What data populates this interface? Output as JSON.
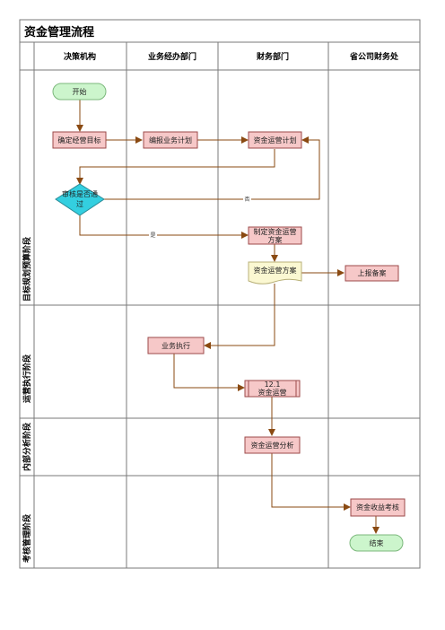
{
  "title": "资金管理流程",
  "lanes": [
    "决策机构",
    "业务经办部门",
    "财务部门",
    "省公司财务处"
  ],
  "phases": [
    "目标规划预算阶段",
    "运营执行阶段",
    "内部分析阶段",
    "考核管理阶段"
  ],
  "nodes": {
    "start": "开始",
    "set_goal": "确定经营目标",
    "biz_plan": "编报业务计划",
    "fund_plan": "资金运营计划",
    "review": "审核是否通过",
    "make_scheme_1": "制定资金运营",
    "make_scheme_2": "方案",
    "scheme_doc": "资金运营方案",
    "report": "上报备案",
    "biz_exec": "业务执行",
    "ops_num": "12.1",
    "ops": "资金运营",
    "analysis": "资金运营分析",
    "assess": "资金收益考核",
    "end": "结束"
  },
  "edge_labels": {
    "no": "否",
    "yes": "是"
  },
  "colors": {
    "frame": "#7a7a7a",
    "process_fill": "#f6c8c8",
    "process_stroke": "#9c4a4a",
    "terminal_fill": "#ccf5cc",
    "decision_fill": "#33cfe0",
    "document_fill": "#fbf8d2",
    "arrow": "#8a4a12"
  }
}
